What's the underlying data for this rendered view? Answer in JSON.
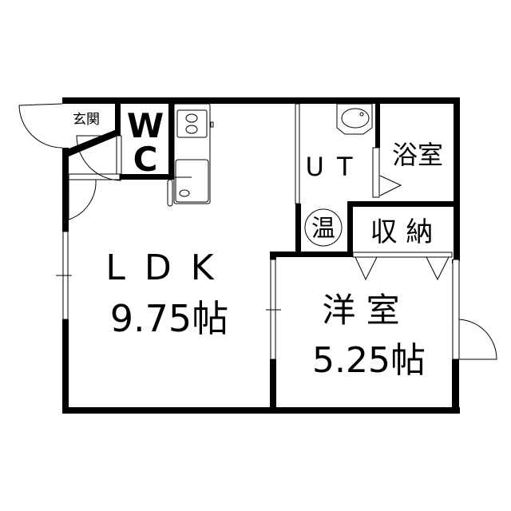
{
  "rooms": {
    "entrance": "玄関",
    "wc_w": "W",
    "wc_c": "C",
    "ldk_name": "LDK",
    "ldk_size": "9.75帖",
    "unit": "UT",
    "bath": "浴室",
    "water_heater": "温",
    "storage": "収 納",
    "western_room": "洋 室",
    "western_size": "5.25帖"
  },
  "colors": {
    "wall": "#000000",
    "background": "#ffffff"
  }
}
